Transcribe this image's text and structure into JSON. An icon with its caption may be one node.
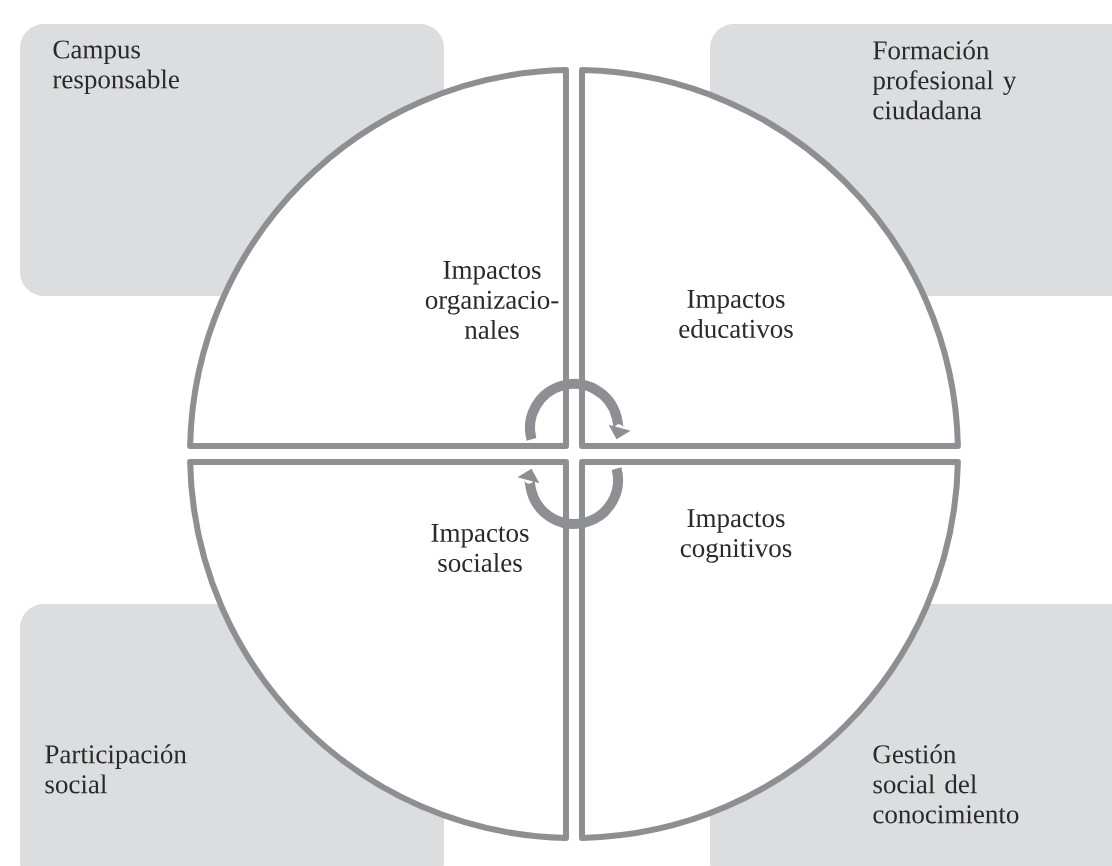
{
  "diagram": {
    "nodes": [
      {
        "text": [
          "Campus responsable"
        ]
      },
      {
        "text": [
          "Formación profesional y ciudadana"
        ]
      },
      {
        "text": [
          "Impactos organizacio- nales"
        ]
      },
      {
        "text": [
          "Impactos educativos"
        ]
      },
      {
        "text": [
          "Impactos sociales"
        ]
      },
      {
        "text": [
          "Impactos cognitivos"
        ]
      },
      {
        "text": [
          "Participación social"
        ]
      },
      {
        "text": [
          "Gestión social del conocimiento"
        ]
      }
    ],
    "edges": [
      {
        "from": 2,
        "to": 3,
        "arrow": "to"
      },
      {
        "from": 5,
        "to": 4,
        "arrow": "to"
      }
    ]
  }
}
